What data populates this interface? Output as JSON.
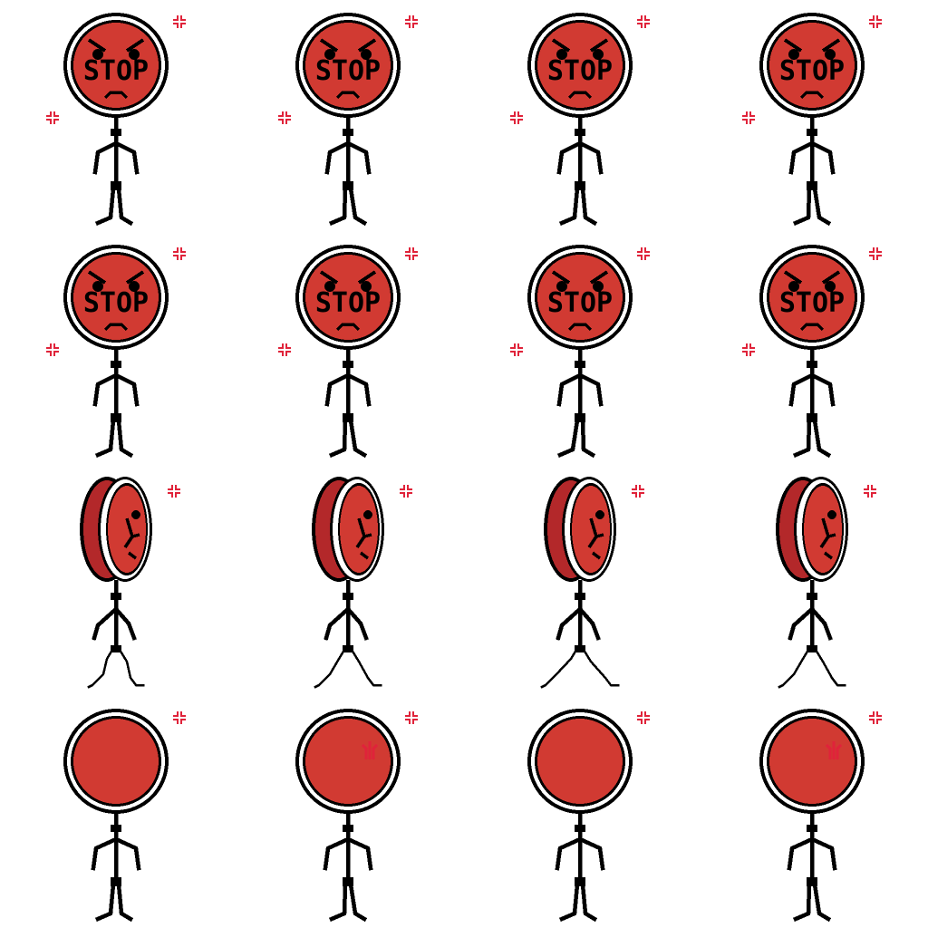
{
  "sprite_sheet": {
    "colors": {
      "sign_red": "#d13a32",
      "sign_red_dark": "#b3282a",
      "outline": "#000000",
      "rim": "#ffffff",
      "anger_mark": "#e0233a",
      "body": "#000000",
      "background": "#ffffff"
    },
    "sign_text": "STOP",
    "rows": [
      {
        "name": "idle-front",
        "view": "front",
        "pose": "stand",
        "frames": [
          {
            "leg_step": 0
          },
          {
            "leg_step": 1
          },
          {
            "leg_step": 0
          },
          {
            "leg_step": 1
          }
        ]
      },
      {
        "name": "walk-front",
        "view": "front",
        "pose": "walk",
        "frames": [
          {
            "leg_step": 0
          },
          {
            "leg_step": 1
          },
          {
            "leg_step": 2
          },
          {
            "leg_step": 1
          }
        ]
      },
      {
        "name": "walk-side",
        "view": "side",
        "pose": "walk",
        "frames": [
          {
            "leg_step": 0
          },
          {
            "leg_step": 1
          },
          {
            "leg_step": 2
          },
          {
            "leg_step": 1
          }
        ]
      },
      {
        "name": "walk-back",
        "view": "back",
        "pose": "walk",
        "frames": [
          {
            "leg_step": 0,
            "back_mark": false
          },
          {
            "leg_step": 1,
            "back_mark": true
          },
          {
            "leg_step": 0,
            "back_mark": false
          },
          {
            "leg_step": 1,
            "back_mark": true
          }
        ]
      }
    ]
  }
}
